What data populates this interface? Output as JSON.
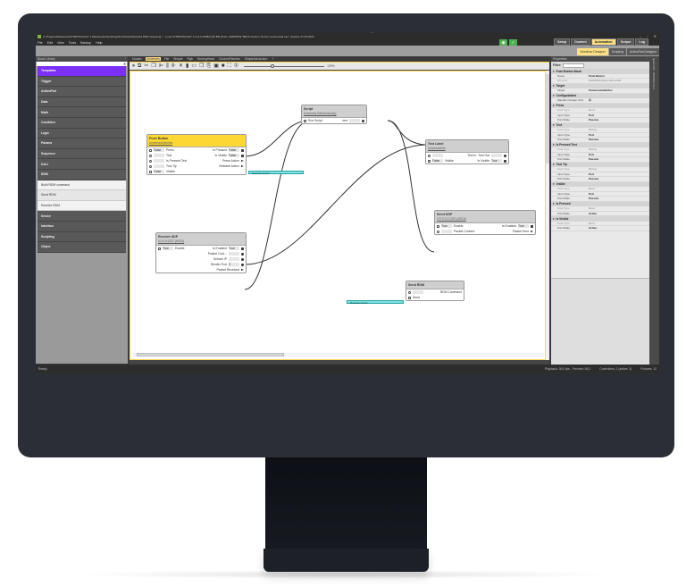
{
  "window": {
    "title": "C:\\ProgramData\\ecue\\SYMPHOLIGHT 1.0\\Examples\\Scripting\\DmxOutput\\Scripted DMX Output.lpj * - e:cue SYMPHOLIGHT 1.0 (1.0.15082) [64 Bit] [FULL VERSION] \"BETA Version. Not for commercial use.\" Expires 17.03.2020",
    "controls": [
      "–",
      "▫",
      "✕"
    ]
  },
  "menu": [
    "File",
    "Edit",
    "View",
    "Tools",
    "Backup",
    "Help"
  ],
  "status_icons": [
    {
      "name": "eye-icon",
      "glyph": "👁",
      "color": "#4caf50"
    },
    {
      "name": "thumbs-up-icon",
      "glyph": "✋",
      "color": "#4caf50"
    }
  ],
  "mode_tabs": [
    {
      "label": "Setup",
      "active": false
    },
    {
      "label": "Content",
      "active": false
    },
    {
      "label": "Automation",
      "active": true
    },
    {
      "label": "Output",
      "active": false
    },
    {
      "label": "Log",
      "active": false
    }
  ],
  "sub_tabs": [
    {
      "label": "Workflow Designer",
      "active": true
    },
    {
      "label": "Scripting",
      "active": false
    },
    {
      "label": "ActionPad Designer",
      "active": false
    }
  ],
  "library": {
    "title": "Block Library",
    "pin": "⫶",
    "search_value": "",
    "clear": "✕",
    "items": [
      {
        "label": "Templates",
        "type": "selected"
      },
      {
        "label": "Trigger",
        "type": "category"
      },
      {
        "label": "ActionPad",
        "type": "category"
      },
      {
        "label": "Data",
        "type": "category"
      },
      {
        "label": "Math",
        "type": "category"
      },
      {
        "label": "Condition",
        "type": "category"
      },
      {
        "label": "Logic",
        "type": "category"
      },
      {
        "label": "Params",
        "type": "category"
      },
      {
        "label": "Sequence",
        "type": "category"
      },
      {
        "label": "DALI",
        "type": "category"
      },
      {
        "label": "RDM",
        "type": "category"
      },
      {
        "label": "Build RDM command",
        "type": "sub"
      },
      {
        "label": "Send RDM",
        "type": "sub"
      },
      {
        "label": "Receive RDM",
        "type": "sub"
      },
      {
        "label": "Device",
        "type": "category"
      },
      {
        "label": "Interface",
        "type": "category"
      },
      {
        "label": "Scripting",
        "type": "category"
      },
      {
        "label": "Object",
        "type": "category"
      }
    ]
  },
  "doc_tabs": [
    {
      "label": "Mosaic",
      "active": false
    },
    {
      "label": "Universes",
      "active": true
    },
    {
      "label": "File",
      "active": false
    },
    {
      "label": "Simple",
      "active": false
    },
    {
      "label": "Rgb",
      "active": false
    },
    {
      "label": "MovingHead",
      "active": false
    },
    {
      "label": "CustomFixtures",
      "active": false
    },
    {
      "label": "SimpleAdvAction",
      "active": false
    },
    {
      "label": "+",
      "active": false
    }
  ],
  "toolbar": {
    "buttons": [
      {
        "name": "pause-icon",
        "glyph": "⏸"
      },
      {
        "name": "copy-icon",
        "glyph": "⧉"
      },
      {
        "name": "cut-icon",
        "glyph": "✂"
      },
      {
        "name": "paste-icon",
        "glyph": "📋"
      },
      {
        "name": "align-left-icon",
        "glyph": "⊫"
      },
      {
        "name": "align-center-icon",
        "glyph": "⫼"
      },
      {
        "name": "align-right-icon",
        "glyph": "⊪"
      },
      {
        "name": "delete-icon",
        "glyph": "✕"
      },
      {
        "name": "new-file-icon",
        "glyph": "▮"
      },
      {
        "name": "save-icon",
        "glyph": "▭"
      },
      {
        "name": "duplicate-icon",
        "glyph": "❐"
      },
      {
        "name": "export-icon",
        "glyph": "⎘"
      },
      {
        "name": "screen-icon",
        "glyph": "▣"
      },
      {
        "name": "stop-icon",
        "glyph": "■"
      },
      {
        "name": "fit-icon",
        "glyph": "⛶"
      },
      {
        "name": "one-to-one-icon",
        "glyph": "1"
      }
    ],
    "zoom_label": "125%"
  },
  "nodes": {
    "push_button": {
      "title": "Push Button",
      "subtitle": "UniversesGetInfos",
      "rows": [
        {
          "left_input": "False",
          "left": "Press",
          "right": "Is Pressed",
          "right_val": "False"
        },
        {
          "left_input": "",
          "left": "Text",
          "right": "Is Visible",
          "right_val": "False"
        },
        {
          "left_input": "",
          "left": "Is Pressed Text",
          "right": "Press Action",
          "right_val": ""
        },
        {
          "left_input": "",
          "left": "Tool Tip",
          "right": "Release Action",
          "right_val": ""
        },
        {
          "left_input": "False",
          "left": "Visible",
          "right": "",
          "right_val": ""
        }
      ]
    },
    "script": {
      "title": "Script",
      "subtitle": "Universes.GetUniverses()",
      "rows": [
        {
          "left": "Run Script",
          "right": "text"
        }
      ]
    },
    "text_label": {
      "title": "Text Label",
      "subtitle": "UniversesInfo",
      "rows": [
        {
          "left": "",
          "mid": "Text In",
          "right": "Text Out"
        },
        {
          "left": "False",
          "mid": "Visible",
          "right": "Is Visible",
          "right_val": "True"
        }
      ]
    },
    "receive_udp": {
      "title": "Receive UDP",
      "subtitle": "0.0.0.0:1337 (ASCII)",
      "rows": [
        {
          "left": "True",
          "mid": "Enable",
          "right": "Is Enabled",
          "right_val": "True"
        },
        {
          "right": "Packet Cont..."
        },
        {
          "right": "Sender IP"
        },
        {
          "right": "Sender Port",
          "right_val": "0"
        },
        {
          "right": "Packet Received"
        }
      ]
    },
    "send_udp": {
      "title": "Send UDP",
      "subtitle": "127.0.0.1:1337 (ASCII)",
      "rows": [
        {
          "left": "True",
          "mid": "Enable",
          "right": "Is Enabled",
          "right_val": "True"
        },
        {
          "left": "",
          "mid": "Packet Content",
          "right": "Packet Sent"
        }
      ]
    },
    "send_rdm": {
      "title": "Send RDM",
      "rows": [
        {
          "right": "RDM Command"
        },
        {
          "left": "Send"
        }
      ]
    }
  },
  "action_tags": [
    {
      "label": "Release Action"
    },
    {
      "label": "Release Action"
    }
  ],
  "properties": {
    "title": "Properties",
    "filter_label": "Filter:",
    "filter_value": "",
    "groups": [
      {
        "name": "Push Button Block",
        "rows": [
          {
            "k": "Name",
            "v": "Push Button",
            "dim": false
          },
          {
            "k": "Block ID",
            "v": "2b00b043-4a4c-4fcb-a184",
            "dim": true
          }
        ]
      },
      {
        "name": "Target",
        "rows": [
          {
            "k": "Target",
            "v": "UniversesGetInfos",
            "dim": false
          }
        ]
      },
      {
        "name": "Configurations",
        "rows": [
          {
            "k": "Manual Unmapp Only",
            "v": "☑",
            "dim": false
          }
        ]
      },
      {
        "name": "Press",
        "rows": [
          {
            "k": "Data Type",
            "v": "Bool",
            "dim": true
          },
          {
            "k": "Input Type",
            "v": "Port",
            "dim": false
          },
          {
            "k": "Port Mode",
            "v": "Passive",
            "dim": false
          }
        ]
      },
      {
        "name": "Text",
        "rows": [
          {
            "k": "Data Type",
            "v": "String",
            "dim": true
          },
          {
            "k": "Input Type",
            "v": "Port",
            "dim": false
          },
          {
            "k": "Port Mode",
            "v": "Passive",
            "dim": false
          }
        ]
      },
      {
        "name": "Is Pressed Text",
        "rows": [
          {
            "k": "Data Type",
            "v": "String",
            "dim": true
          },
          {
            "k": "Input Type",
            "v": "Port",
            "dim": false
          },
          {
            "k": "Port Mode",
            "v": "Passive",
            "dim": false
          }
        ]
      },
      {
        "name": "Tool Tip",
        "rows": [
          {
            "k": "Data Type",
            "v": "String",
            "dim": true
          },
          {
            "k": "Input Type",
            "v": "Port",
            "dim": false
          },
          {
            "k": "Port Mode",
            "v": "Passive",
            "dim": false
          }
        ]
      },
      {
        "name": "Visible",
        "rows": [
          {
            "k": "Data Type",
            "v": "Bool",
            "dim": true
          },
          {
            "k": "Input Type",
            "v": "Port",
            "dim": false
          },
          {
            "k": "Port Mode",
            "v": "Passive",
            "dim": false
          }
        ]
      },
      {
        "name": "Is Pressed",
        "rows": [
          {
            "k": "Data Type",
            "v": "Bool",
            "dim": true
          },
          {
            "k": "Port Mode",
            "v": "Active",
            "dim": false
          }
        ]
      },
      {
        "name": "Is Visible",
        "rows": [
          {
            "k": "Data Type",
            "v": "Bool",
            "dim": true
          },
          {
            "k": "Port Mode",
            "v": "Active",
            "dim": false
          }
        ]
      }
    ]
  },
  "right_strip": [
    "Quick Info",
    "Workflow Tool"
  ],
  "statusbar": {
    "left": "Ready",
    "playback": "Playback: 30,0 fps - Preview: 58,1",
    "controllers": "Controllers: 2 (active: 2)",
    "fixtures": "Fixtures: 12"
  },
  "colors": {
    "accent_yellow": "#ffe082",
    "library_selected": "#7b2ff7",
    "node_header_yellow": "#fdd835",
    "action_tag": "#80deea",
    "status_green": "#4caf50"
  }
}
